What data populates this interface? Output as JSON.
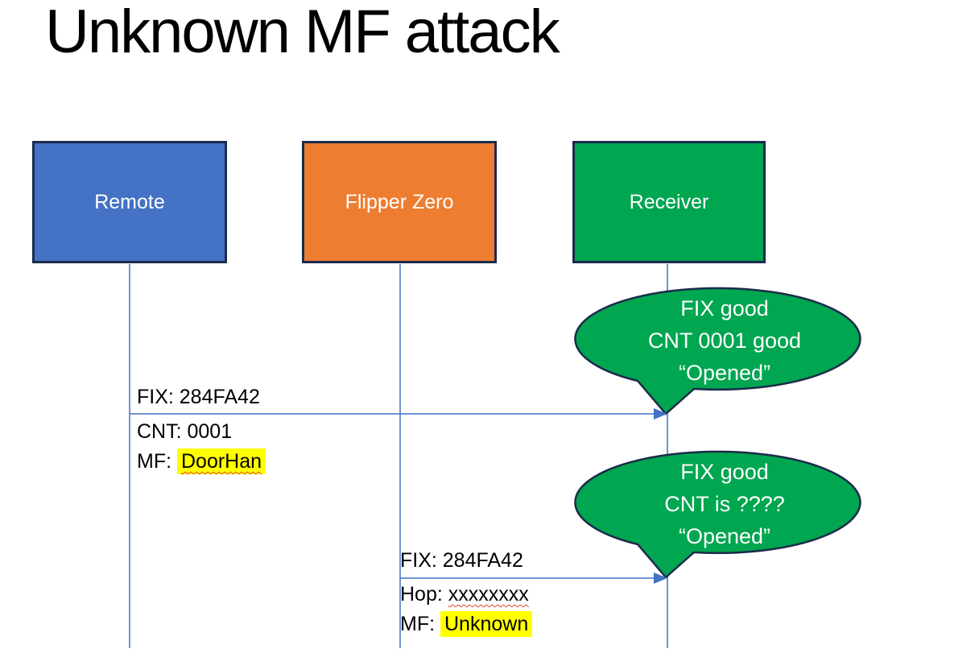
{
  "title": "Unknown MF attack",
  "actors": [
    {
      "label": "Remote"
    },
    {
      "label": "Flipper Zero"
    },
    {
      "label": "Receiver"
    }
  ],
  "message1": {
    "line1": "FIX: 284FA42",
    "line2": "CNT: 0001",
    "line3_prefix": "MF: ",
    "line3_value": "DoorHan"
  },
  "message2": {
    "line1": "FIX: 284FA42",
    "line2_prefix": "Hop: ",
    "line2_value": "xxxxxxxx",
    "line3_prefix": "MF: ",
    "line3_value": "Unknown"
  },
  "callout1": {
    "line1": "FIX good",
    "line2": "CNT 0001 good",
    "line3": "“Opened”"
  },
  "callout2": {
    "line1": "FIX good",
    "line2": "CNT is ????",
    "line3": "“Opened”"
  },
  "colors": {
    "remote_fill": "#4472C4",
    "flipper_fill": "#ED7D31",
    "receiver_fill": "#00A650",
    "callout_fill": "#00A650",
    "shape_border": "#1B2B4B",
    "connector_blue": "#4472C4",
    "highlight_yellow": "#FFFF00",
    "squiggle_red": "#E0442A",
    "text_white": "#FFFFFF",
    "text_black": "#000000"
  }
}
